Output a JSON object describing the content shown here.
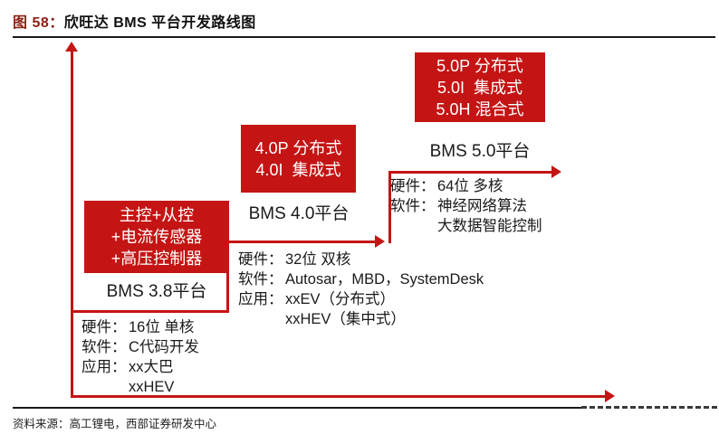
{
  "title": {
    "figure_label": "图 58：",
    "text": "欣旺达 BMS 平台开发路线图"
  },
  "colors": {
    "line_red": "#c41414",
    "figure_label_red": "#8c1f14",
    "text_black": "#1a1a1a"
  },
  "roadmap": {
    "bms38": {
      "box_lines": [
        "主控+从控",
        "+电流传感器",
        "+高压控制器"
      ],
      "platform_label": "BMS 3.8平台",
      "specs": [
        {
          "key": "硬件：",
          "value": "16位 单核"
        },
        {
          "key": "软件：",
          "value": "C代码开发"
        },
        {
          "key": "应用：",
          "value": "xx大巴"
        },
        {
          "key": "",
          "value": "xxHEV"
        }
      ]
    },
    "bms40": {
      "box_lines": [
        "4.0P 分布式",
        "4.0I  集成式"
      ],
      "platform_label": "BMS 4.0平台",
      "specs": [
        {
          "key": "硬件：",
          "value": "32位 双核"
        },
        {
          "key": "软件：",
          "value": "Autosar，MBD，SystemDesk"
        },
        {
          "key": "应用：",
          "value": "xxEV（分布式）"
        },
        {
          "key": "",
          "value": "xxHEV（集中式）"
        }
      ]
    },
    "bms50": {
      "box_lines": [
        "5.0P 分布式",
        "5.0I  集成式",
        "5.0H 混合式"
      ],
      "platform_label": "BMS 5.0平台",
      "specs": [
        {
          "key": "硬件：",
          "value": "64位 多核"
        },
        {
          "key": "软件：",
          "value": "神经网络算法"
        },
        {
          "key": "",
          "value": "大数据智能控制"
        }
      ]
    }
  },
  "source": "资料来源：高工锂电，西部证券研发中心"
}
